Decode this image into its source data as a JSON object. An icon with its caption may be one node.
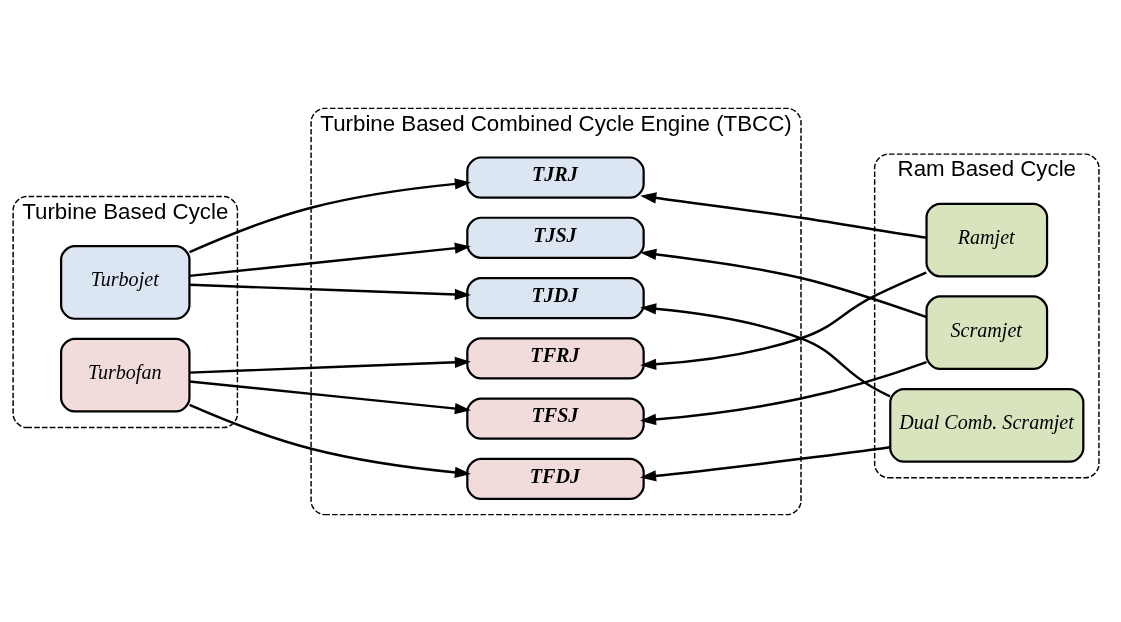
{
  "diagram": {
    "nodes": [
      {
        "text": [
          "Turbine Based Cycle"
        ]
      },
      {
        "text": [
          "Turbojet"
        ],
        "in": 0
      },
      {
        "text": [
          "Turbofan"
        ],
        "in": 0
      },
      {
        "text": [
          "Turbine Based Combined Cycle Engine (TBCC)"
        ]
      },
      {
        "text": [
          "TJRJ"
        ],
        "in": 3
      },
      {
        "text": [
          "TJSJ"
        ],
        "in": 3
      },
      {
        "text": [
          "TJDJ"
        ],
        "in": 3
      },
      {
        "text": [
          "TFRJ"
        ],
        "in": 3
      },
      {
        "text": [
          "TFSJ"
        ],
        "in": 3
      },
      {
        "text": [
          "TFDJ"
        ],
        "in": 3
      },
      {
        "text": [
          "Ram Based Cycle"
        ]
      },
      {
        "text": [
          "Ramjet"
        ],
        "in": 10
      },
      {
        "text": [
          "Scramjet"
        ],
        "in": 10
      },
      {
        "text": [
          "Dual Comb. Scramjet"
        ],
        "in": 10
      }
    ],
    "edges": [
      {
        "from": 1,
        "to": 4,
        "arrow": "to"
      },
      {
        "from": 1,
        "to": 5,
        "arrow": "to"
      },
      {
        "from": 1,
        "to": 6,
        "arrow": "to"
      },
      {
        "from": 2,
        "to": 7,
        "arrow": "to"
      },
      {
        "from": 2,
        "to": 8,
        "arrow": "to"
      },
      {
        "from": 2,
        "to": 9,
        "arrow": "to"
      },
      {
        "from": 11,
        "to": 4,
        "arrow": "to"
      },
      {
        "from": 11,
        "to": 7,
        "arrow": "to"
      },
      {
        "from": 12,
        "to": 5,
        "arrow": "to"
      },
      {
        "from": 12,
        "to": 8,
        "arrow": "to"
      },
      {
        "from": 13,
        "to": 6,
        "arrow": "to"
      },
      {
        "from": 13,
        "to": 9,
        "arrow": "to"
      }
    ]
  }
}
